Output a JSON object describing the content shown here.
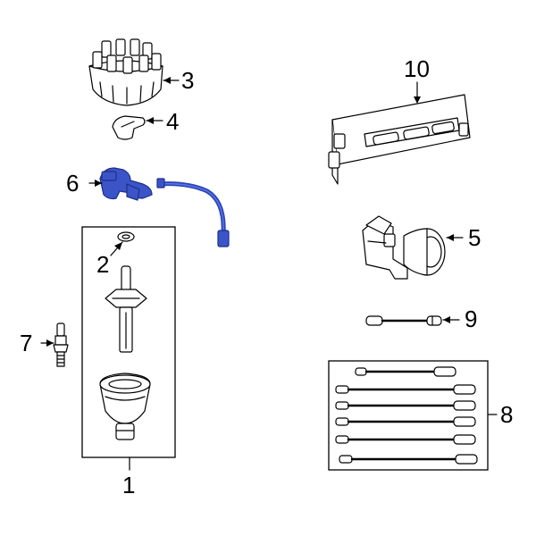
{
  "colors": {
    "highlight": "#3b55c8",
    "outline": "#000000",
    "background": "#ffffff"
  },
  "callouts": {
    "c1": "1",
    "c2": "2",
    "c3": "3",
    "c4": "4",
    "c5": "5",
    "c6": "6",
    "c7": "7",
    "c8": "8",
    "c9": "9",
    "c10": "10"
  }
}
